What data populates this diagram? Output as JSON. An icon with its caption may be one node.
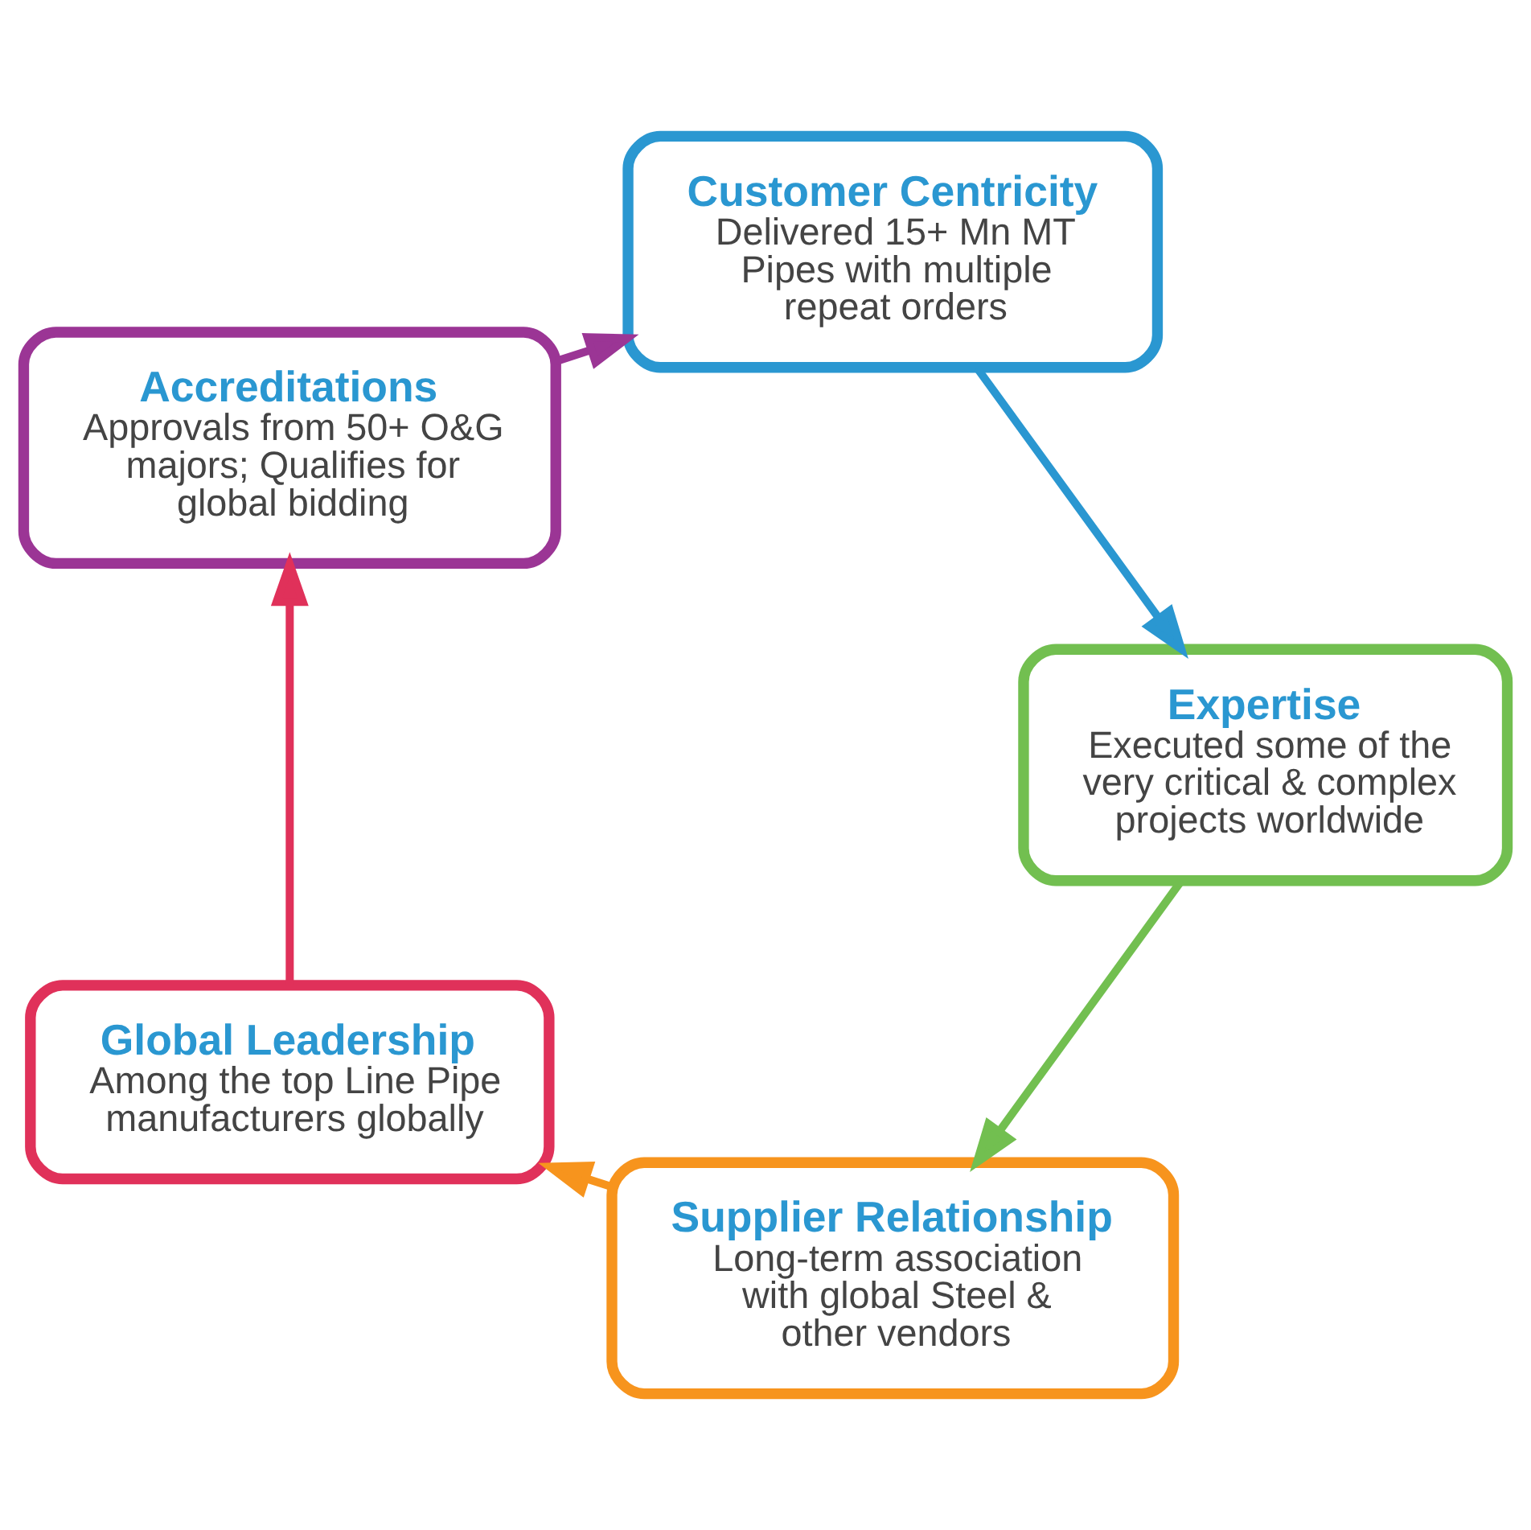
{
  "diagram": {
    "nodes": [
      {
        "text": [
          "Global Leadership",
          "Among the top Line Pipe manufacturers globally"
        ]
      },
      {
        "text": [
          "Supplier Relationship",
          "Long-term association with global Steel & other vendors"
        ]
      },
      {
        "text": [
          "Accreditations",
          "Approvals from 50+ O&G majors; Qualifies for global bidding"
        ]
      },
      {
        "text": [
          "Expertise",
          "Executed some of the very critical & complex projects worldwide"
        ]
      },
      {
        "text": [
          "Customer Centricity",
          "Delivered 15+ Mn MT Pipes with multiple repeat orders"
        ]
      }
    ],
    "edges": [
      {
        "from": 1,
        "to": 0,
        "arrow": "to",
        "color": "#f7941d"
      },
      {
        "from": 0,
        "to": 2,
        "arrow": "to",
        "color": "#e0315a"
      },
      {
        "from": 2,
        "to": 4,
        "arrow": "to",
        "color": "#9b3595"
      },
      {
        "from": 4,
        "to": 3,
        "arrow": "to",
        "color": "#2a97d1"
      },
      {
        "from": 3,
        "to": 1,
        "arrow": "to",
        "color": "#72bf50"
      }
    ]
  }
}
